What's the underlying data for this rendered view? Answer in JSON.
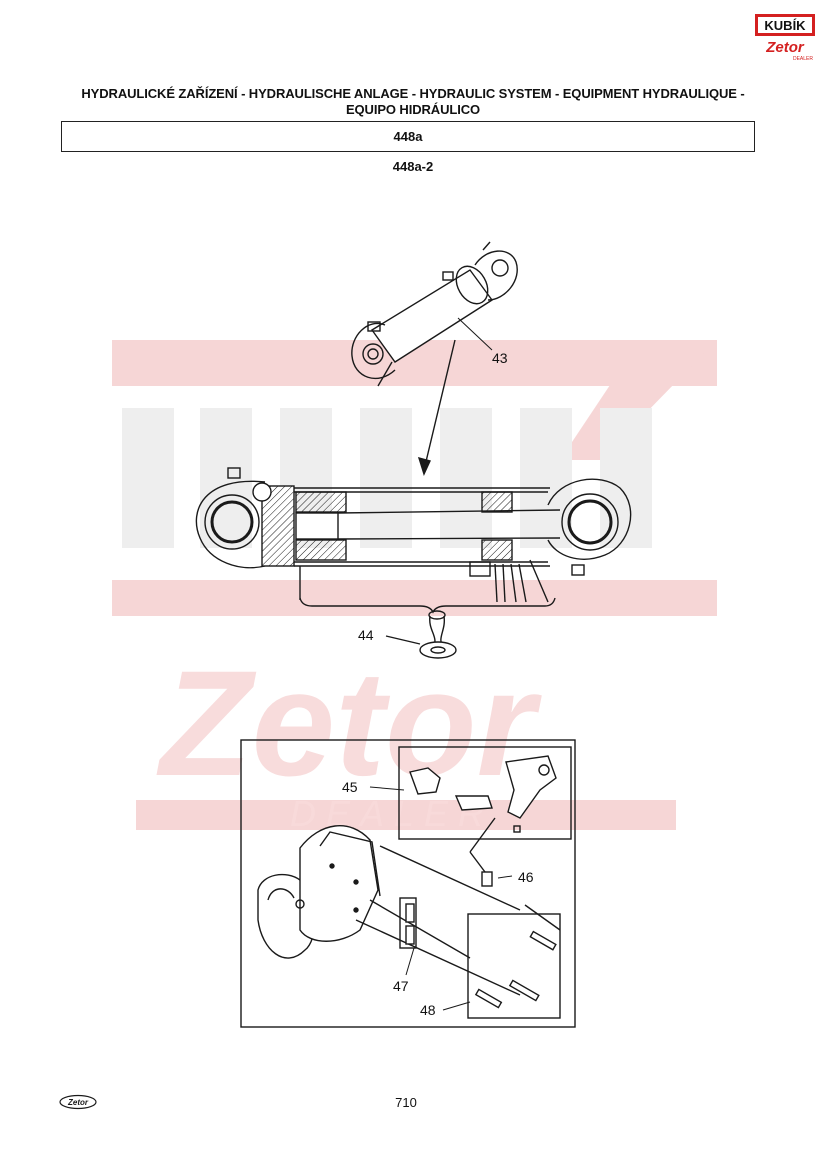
{
  "logo": {
    "brand_top": "KUBÍK",
    "brand_bottom": "Zetor",
    "brand_tag": "DEALER",
    "watermark": "KUBÍK Zetor DEALER"
  },
  "header": {
    "title_line1": "HYDRAULICKÉ ZAŘÍZENÍ - HYDRAULISCHE ANLAGE - HYDRAULIC SYSTEM - EQUIPMENT HYDRAULIQUE -",
    "title_line2": "EQUIPO HIDRÁULICO",
    "section_code": "448a",
    "figure_code": "448a-2"
  },
  "callouts": {
    "c43": "43",
    "c44": "44",
    "c45": "45",
    "c46": "46",
    "c47": "47",
    "c48": "48"
  },
  "footer": {
    "page_number": "710",
    "logo_text": "Zetor"
  },
  "colors": {
    "watermark_red": "#f6d2d2",
    "logo_red": "#d42020",
    "ink": "#1a1a1a"
  }
}
